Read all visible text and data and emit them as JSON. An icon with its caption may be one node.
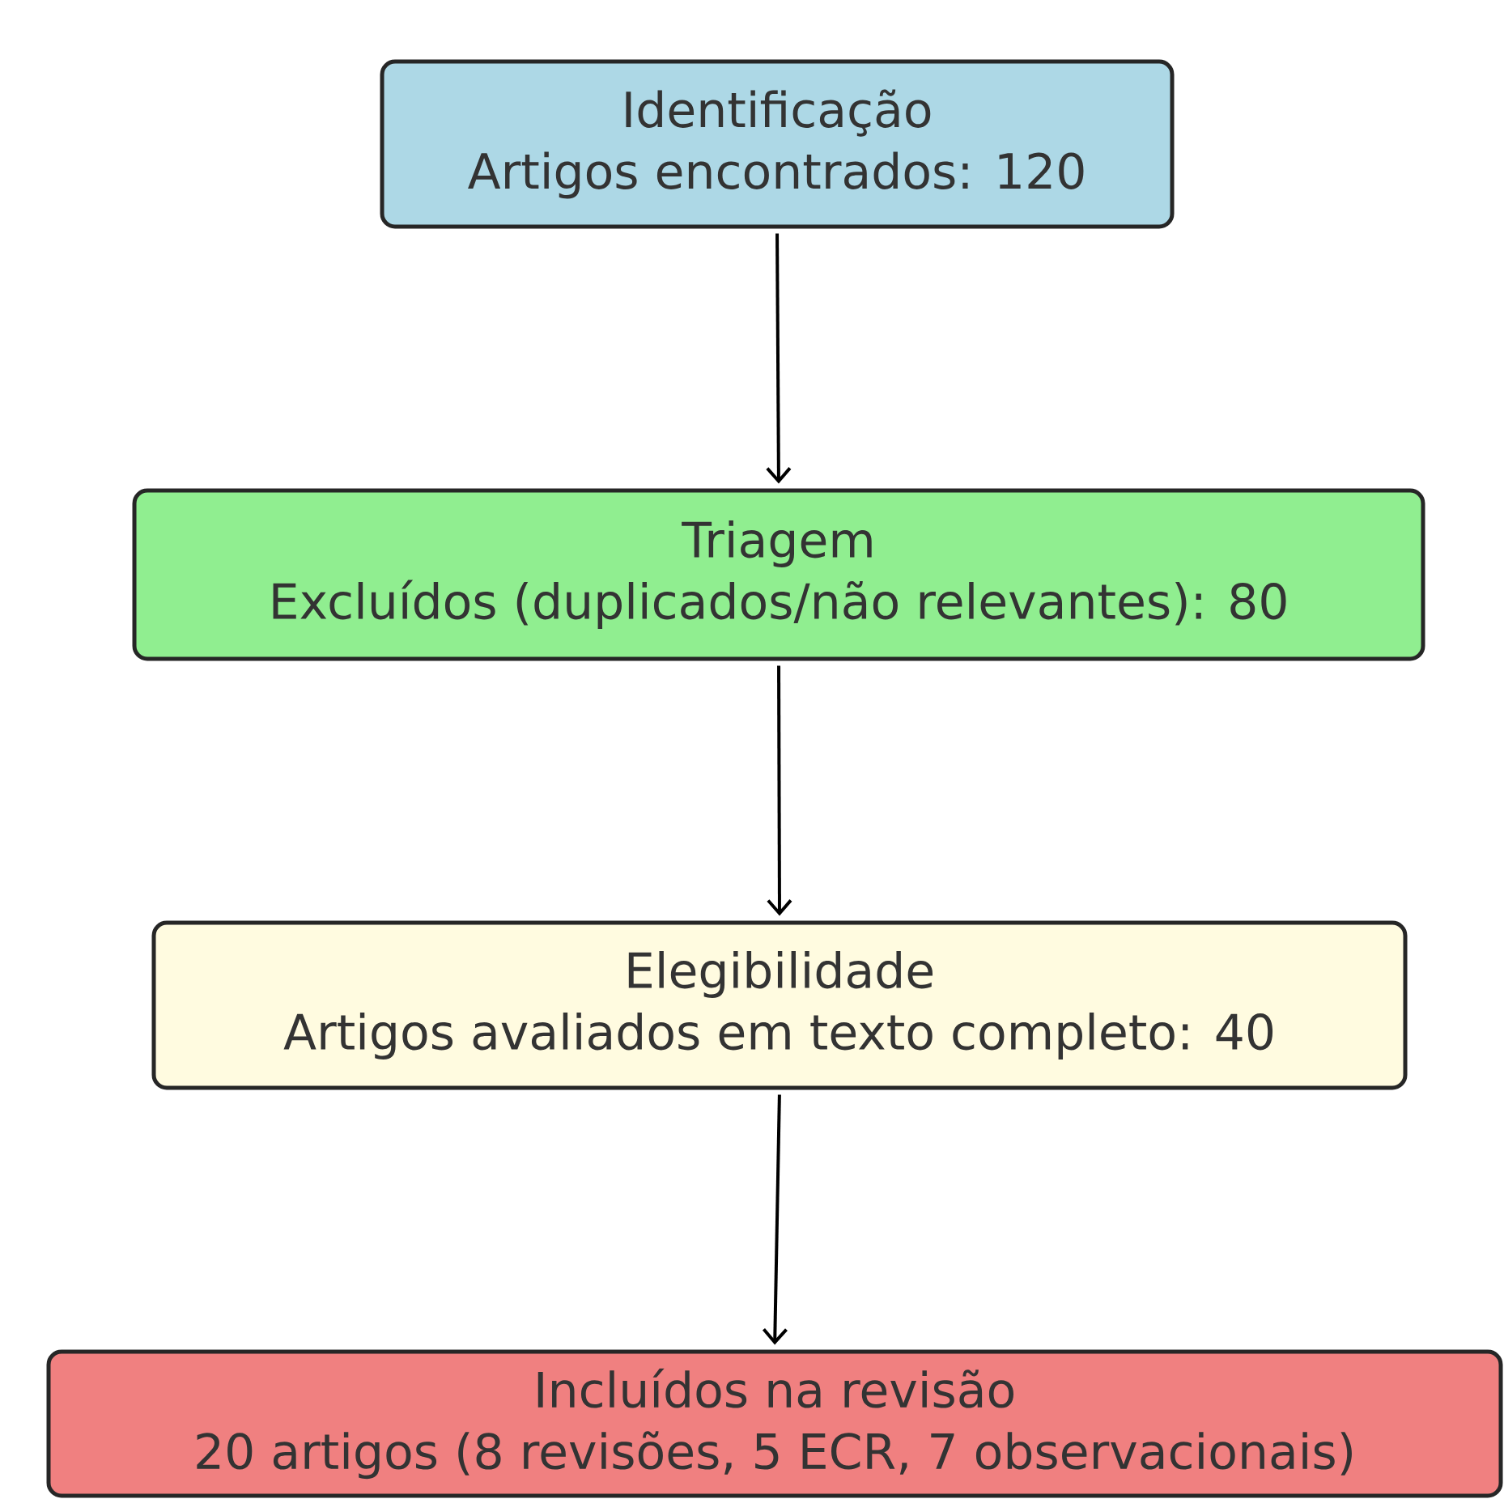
{
  "diagram": {
    "nodes": [
      {
        "text": [
          "Identificação",
          "Artigos encontrados: 120"
        ]
      },
      {
        "text": [
          "Triagem",
          "Excluídos (duplicados/não relevantes): 80"
        ]
      },
      {
        "text": [
          "Elegibilidade",
          "Artigos avaliados em texto completo: 40"
        ]
      },
      {
        "text": [
          "Incluídos na revisão",
          "20 artigos (8 revisões, 5 ECR, 7 observacionais)"
        ]
      }
    ],
    "edges": [
      {
        "from": 0,
        "to": 1,
        "arrow": "to"
      },
      {
        "from": 1,
        "to": 2,
        "arrow": "to"
      },
      {
        "from": 2,
        "to": 3,
        "arrow": "to"
      }
    ]
  }
}
